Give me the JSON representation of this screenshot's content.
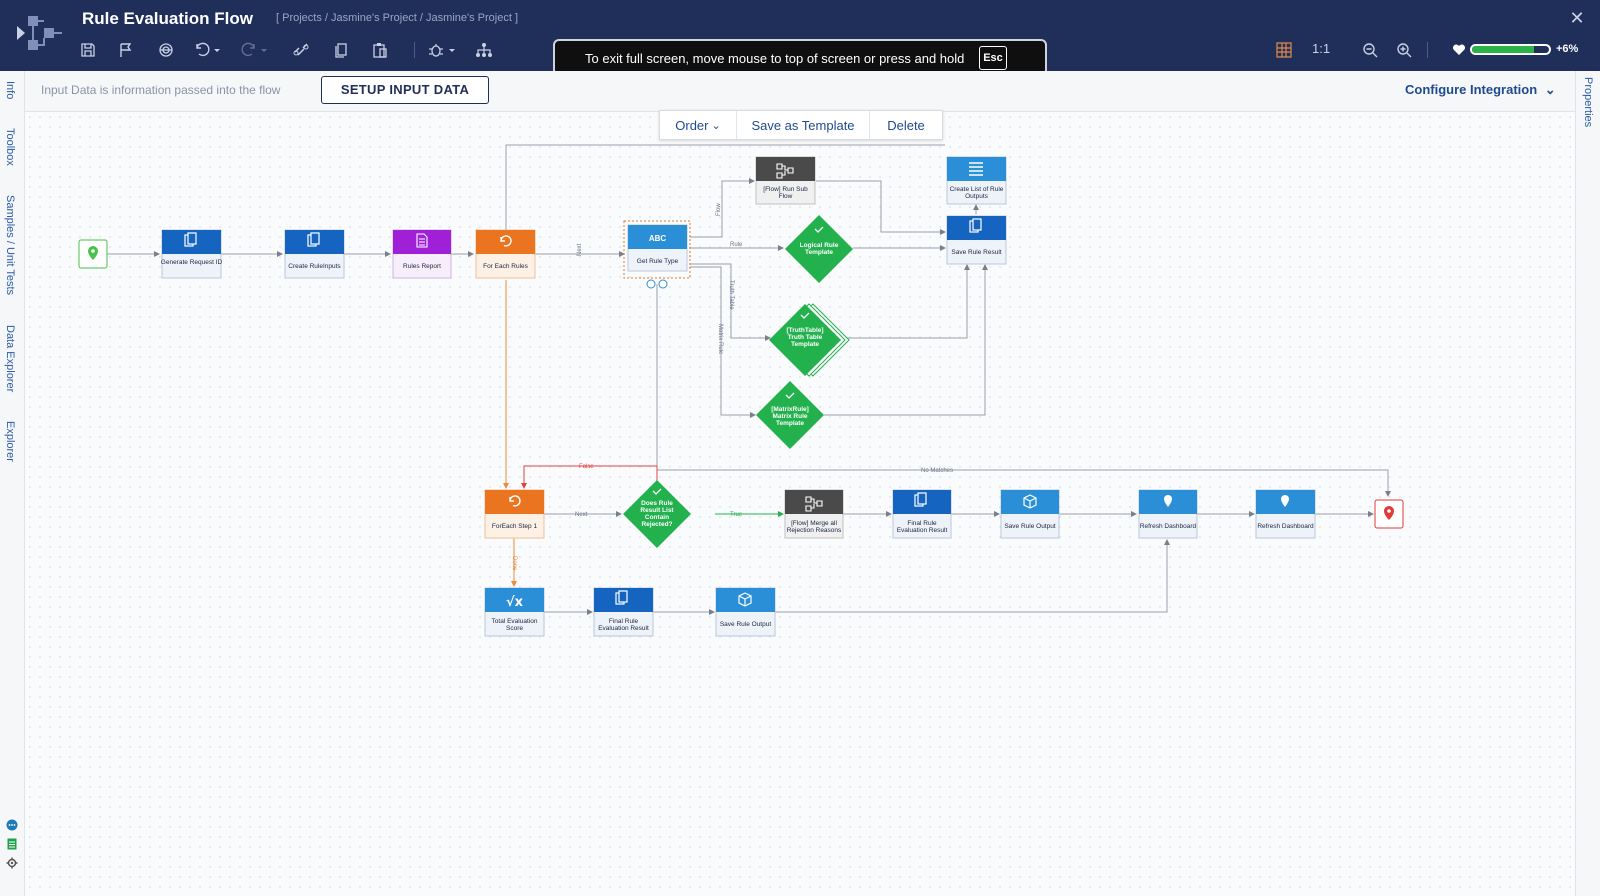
{
  "app": {
    "title": "Rule Evaluation Flow",
    "breadcrumb": "[ Projects / Jasmine's Project / Jasmine's Project ]"
  },
  "toolbar": {
    "icons": [
      "save-icon",
      "flag-icon",
      "fingerprint-icon",
      "undo-icon",
      "redo-icon",
      "link-icon",
      "copy-icon",
      "paste-icon",
      "debug-icon",
      "hierarchy-icon",
      "grid-icon",
      "zoom-out-icon",
      "zoom-in-icon",
      "heart-icon",
      "close-icon"
    ],
    "zoom_reset": "1:1",
    "health_value": "+6%",
    "health_level": 0.8
  },
  "fullscreen_notice": {
    "message": "To exit full screen, move mouse to top of screen or press and hold",
    "key": "Esc"
  },
  "left_tabs": [
    "Info",
    "Toolbox",
    "Samples / Unit Tests",
    "Data Explorer",
    "Explorer"
  ],
  "right_tabs": [
    "Properties"
  ],
  "info_bar": {
    "text": "Input Data is information passed into the flow",
    "setup_button": "SETUP INPUT DATA",
    "configure": "Configure Integration"
  },
  "context_menu": {
    "items": [
      "Order",
      "Save as Template",
      "Delete"
    ]
  },
  "colors": {
    "topbar": "#1f2f5a",
    "blue_step": "#1565c0",
    "light_blue_step": "#2a8fd6",
    "purple_step": "#a020d8",
    "orange_step": "#ea7420",
    "green_rule": "#22b14c",
    "dark_step": "#4a4a4a",
    "health_fill": "#2bb34a"
  },
  "flow": {
    "steps": {
      "start": "",
      "generate": "Generate Request ID",
      "create_inputs": "Create RuleInputs",
      "rules_report": "Rules Report",
      "for_each_rules": "For Each Rules",
      "get_rule_type": "Get Rule Type",
      "get_rule_type_badge": "ABC",
      "run_sub_flow": "[Flow] Run Sub Flow",
      "create_list": "Create List of Rule Outputs",
      "save_rule_result": "Save Rule Result",
      "logical_rule": "Logical Rule Template",
      "truth_table": "[TruthTable] Truth Table Template",
      "matrix_rule": "[MatrixRule] Matrix Rule Template",
      "foreach_step": "ForEach Step 1",
      "does_rule": "Does Rule Result List Contain Rejected?",
      "merge_all": "[Flow] Merge all Rejection Reasons",
      "final_rule_1": "Final Rule Evaluation Result",
      "save_rule_output_1": "Save Rule Output",
      "refresh_1": "Refresh Dashboard",
      "refresh_2": "Refresh Dashboard",
      "total_eval": "Total Evaluation Score",
      "final_rule_2": "Final Rule Evaluation Result",
      "save_rule_output_2": "Save Rule Output",
      "end": ""
    },
    "edges": {
      "next_1": "Next",
      "flow": "Flow",
      "rule": "Rule",
      "truth_table": "Truth Table",
      "matrix_rule": "Matrix Rule",
      "no_matches": "No Matches",
      "false": "False",
      "next_2": "Next",
      "true": "True",
      "done": "Done"
    }
  }
}
